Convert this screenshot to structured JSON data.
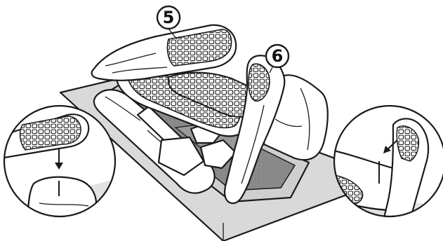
{
  "diagram": {
    "callouts": [
      {
        "id": "5",
        "label": "5"
      },
      {
        "id": "6",
        "label": "6"
      }
    ],
    "colors": {
      "paper": "#ffffff",
      "ink": "#1a1a1a",
      "base_plate": "#d6d6d6",
      "grate": "#8a8a8a",
      "log_fill": "#ffffff"
    },
    "icons": [
      "down-arrow-icon",
      "diagonal-arrow-icon"
    ]
  }
}
